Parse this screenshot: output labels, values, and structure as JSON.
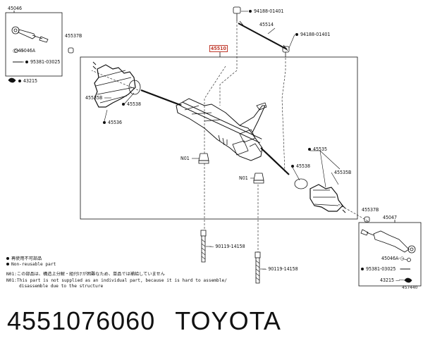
{
  "parts": {
    "p45046": "45046",
    "p45537b_top": "45537B",
    "p45046a_top": "45046A",
    "p95381_top": "95381-03025",
    "p43215_top": "43215",
    "p94188_top": "94188-01401",
    "p45514": "45514",
    "p94188_mid": "94188-01401",
    "p45510": "45510",
    "p45535b_left": "45535B",
    "p45538_left": "45538",
    "p45536": "45536",
    "n01_left": "N01",
    "n01_right": "N01",
    "p45535": "45535",
    "p45538_right": "45538",
    "p45535b_right": "45535B",
    "p45537b_bot": "45537B",
    "p45047": "45047",
    "p90119_left": "90119-14158",
    "p90119_right": "90119-14158",
    "p45046a_bot": "45046A",
    "p95381_bot": "95381-03025",
    "p43215_bot": "43215",
    "ref": "457440"
  },
  "legend": {
    "line1": "再使用不可部品",
    "line2": "Non-reusable part",
    "line3": "N01:この部品は、構造上分解・組付けが困難なため、単品では補給していません",
    "line4": "N01:This part is not supplied as an individual part, because it is hard to assemble/",
    "line5": "disassemble due to the structure"
  },
  "caption": {
    "part_number": "4551076060",
    "brand": "TOYOTA"
  },
  "colors": {
    "highlight": "#c0392b",
    "ink": "#111111"
  }
}
